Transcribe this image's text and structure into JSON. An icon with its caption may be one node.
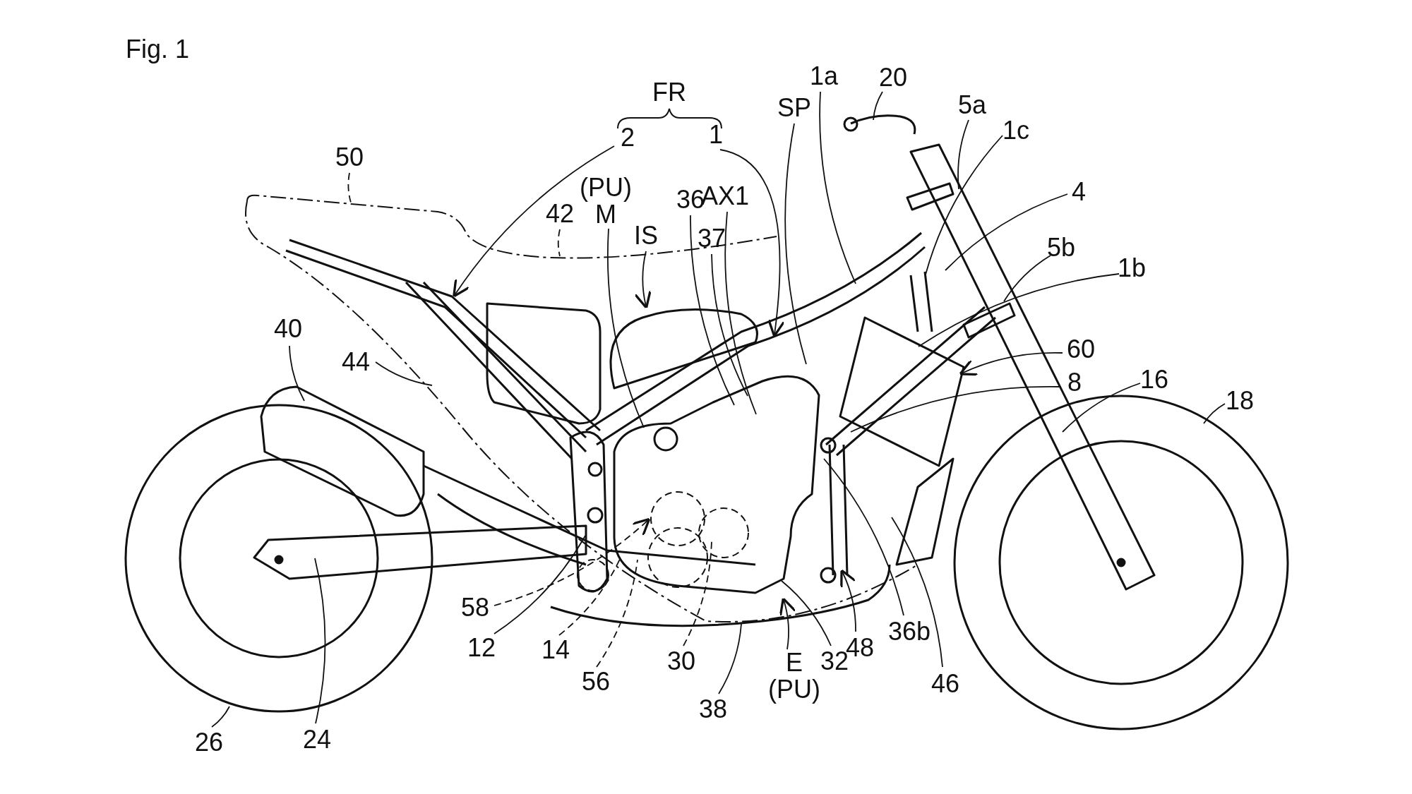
{
  "diagram": {
    "title": "Fig. 1",
    "nodes": [
      {
        "text": [
          "20"
        ]
      },
      {
        "text": [
          "1a"
        ]
      },
      {
        "text": [
          "5a"
        ]
      },
      {
        "text": [
          "SP"
        ]
      },
      {
        "text": [
          "1c"
        ]
      },
      {
        "text": [
          "1"
        ]
      },
      {
        "text": [
          "2"
        ]
      },
      {
        "text": [
          "50"
        ]
      },
      {
        "text": [
          "(PU)",
          "M"
        ]
      },
      {
        "text": [
          "4"
        ]
      },
      {
        "text": [
          "AX1"
        ]
      },
      {
        "text": [
          "36"
        ]
      },
      {
        "text": [
          "42"
        ]
      },
      {
        "text": [
          "IS"
        ]
      },
      {
        "text": [
          "37"
        ]
      },
      {
        "text": [
          "5b"
        ]
      },
      {
        "text": [
          "1b"
        ]
      },
      {
        "text": [
          "40"
        ]
      },
      {
        "text": [
          "60"
        ]
      },
      {
        "text": [
          "44"
        ]
      },
      {
        "text": [
          "16"
        ]
      },
      {
        "text": [
          "8"
        ]
      },
      {
        "text": [
          "18"
        ]
      },
      {
        "text": [
          "58"
        ]
      },
      {
        "text": [
          "36b"
        ]
      },
      {
        "text": [
          "12"
        ]
      },
      {
        "text": [
          "48"
        ]
      },
      {
        "text": [
          "14"
        ]
      },
      {
        "text": [
          "30"
        ]
      },
      {
        "text": [
          "32"
        ]
      },
      {
        "text": [
          "E",
          "(PU)"
        ]
      },
      {
        "text": [
          "56"
        ]
      },
      {
        "text": [
          "46"
        ]
      },
      {
        "text": [
          "38"
        ]
      },
      {
        "text": [
          "24"
        ]
      },
      {
        "text": [
          "26"
        ]
      }
    ],
    "edges": [
      {
        "from": 0,
        "to": null,
        "arrow": "none"
      },
      {
        "from": 1,
        "to": null,
        "arrow": "none"
      },
      {
        "from": 2,
        "to": null,
        "arrow": "none"
      },
      {
        "from": 3,
        "to": null,
        "arrow": "none"
      },
      {
        "from": 4,
        "to": null,
        "arrow": "none"
      },
      {
        "from": 5,
        "to": null,
        "arrow": "to"
      },
      {
        "from": 6,
        "to": null,
        "arrow": "to"
      },
      {
        "from": 7,
        "to": null,
        "arrow": "none",
        "style": "dashed"
      },
      {
        "from": 8,
        "to": null,
        "arrow": "none"
      },
      {
        "from": 9,
        "to": null,
        "arrow": "none"
      },
      {
        "from": 10,
        "to": null,
        "arrow": "none"
      },
      {
        "from": 11,
        "to": null,
        "arrow": "none"
      },
      {
        "from": 12,
        "to": null,
        "arrow": "none",
        "style": "dashed"
      },
      {
        "from": 13,
        "to": null,
        "arrow": "to"
      },
      {
        "from": 14,
        "to": null,
        "arrow": "none"
      },
      {
        "from": 15,
        "to": null,
        "arrow": "none"
      },
      {
        "from": 16,
        "to": null,
        "arrow": "none"
      },
      {
        "from": 17,
        "to": null,
        "arrow": "none"
      },
      {
        "from": 18,
        "to": null,
        "arrow": "to"
      },
      {
        "from": 19,
        "to": null,
        "arrow": "none"
      },
      {
        "from": 20,
        "to": null,
        "arrow": "none"
      },
      {
        "from": 21,
        "to": null,
        "arrow": "none"
      },
      {
        "from": 22,
        "to": null,
        "arrow": "none"
      },
      {
        "from": 23,
        "to": null,
        "arrow": "to",
        "style": "dashed"
      },
      {
        "from": 24,
        "to": null,
        "arrow": "none"
      },
      {
        "from": 25,
        "to": null,
        "arrow": "none"
      },
      {
        "from": 26,
        "to": null,
        "arrow": "to"
      },
      {
        "from": 27,
        "to": null,
        "arrow": "none",
        "style": "dashed"
      },
      {
        "from": 28,
        "to": null,
        "arrow": "none",
        "style": "dashed"
      },
      {
        "from": 29,
        "to": null,
        "arrow": "none"
      },
      {
        "from": 30,
        "to": null,
        "arrow": "to"
      },
      {
        "from": 31,
        "to": null,
        "arrow": "none",
        "style": "dashed"
      },
      {
        "from": 32,
        "to": null,
        "arrow": "none"
      },
      {
        "from": 33,
        "to": null,
        "arrow": "none"
      },
      {
        "from": 34,
        "to": null,
        "arrow": "none"
      },
      {
        "from": 35,
        "to": null,
        "arrow": "none"
      }
    ],
    "labels": [
      "FR"
    ]
  }
}
